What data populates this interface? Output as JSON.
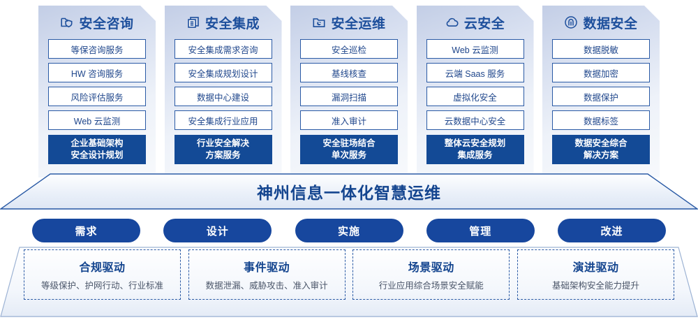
{
  "colors": {
    "primary": "#14458f",
    "accent": "#17479e",
    "footer_box": "#134a96",
    "item_border": "#2a5aa5",
    "text_light": "#ffffff"
  },
  "columns": [
    {
      "icon": "folder-shield-icon",
      "title": "安全咨询",
      "items": [
        "等保咨询服务",
        "HW 咨询服务",
        "风险评估服务",
        "Web 云监测"
      ],
      "footer_line1": "企业基础架构",
      "footer_line2": "安全设计规划"
    },
    {
      "icon": "documents-stack-icon",
      "title": "安全集成",
      "items": [
        "安全集成需求咨询",
        "安全集成规划设计",
        "数据中心建设",
        "安全集成行业应用"
      ],
      "footer_line1": "行业安全解决",
      "footer_line2": "方案服务"
    },
    {
      "icon": "folder-chart-icon",
      "title": "安全运维",
      "items": [
        "安全巡检",
        "基线核查",
        "漏洞扫描",
        "准入审计"
      ],
      "footer_line1": "安全驻场结合",
      "footer_line2": "单次服务"
    },
    {
      "icon": "cloud-icon",
      "title": "云安全",
      "items": [
        "Web 云监测",
        "云端 Saas 服务",
        "虚拟化安全",
        "云数据中心安全"
      ],
      "footer_line1": "整体云安全规划",
      "footer_line2": "集成服务"
    },
    {
      "icon": "fingerprint-icon",
      "title": "数据安全",
      "items": [
        "数据脱敏",
        "数据加密",
        "数据保护",
        "数据标签"
      ],
      "footer_line1": "数据安全综合",
      "footer_line2": "解决方案"
    }
  ],
  "banner": {
    "title": "神州信息一体化智慧运维"
  },
  "pills": [
    {
      "label": "需求"
    },
    {
      "label": "设计"
    },
    {
      "label": "实施"
    },
    {
      "label": "管理"
    },
    {
      "label": "改进"
    }
  ],
  "drivers": [
    {
      "title": "合规驱动",
      "subtitle": "等级保护、护网行动、行业标准"
    },
    {
      "title": "事件驱动",
      "subtitle": "数据泄漏、威胁攻击、准入审计"
    },
    {
      "title": "场景驱动",
      "subtitle": "行业应用综合场景安全赋能"
    },
    {
      "title": "演进驱动",
      "subtitle": "基础架构安全能力提升"
    }
  ]
}
